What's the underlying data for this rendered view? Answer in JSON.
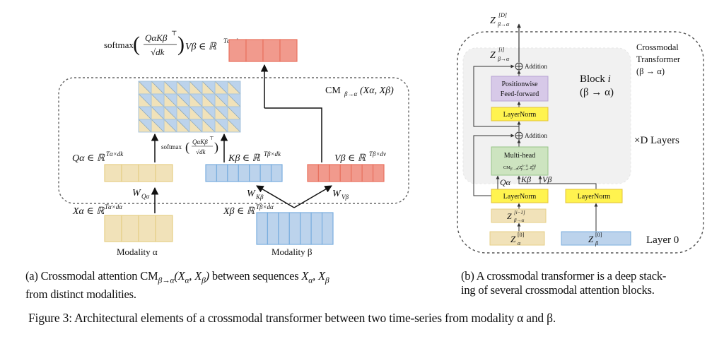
{
  "panel_a": {
    "output_formula": "softmax(QαKβᵀ / √dk) Vβ ∈ ℝ",
    "output_formula_parts": {
      "softmax": "softmax",
      "num": "QαKβ",
      "num_sup": "⊤",
      "den": "√dk",
      "tail": "Vβ ∈ ℝ",
      "tail_sup": "Tα×dv"
    },
    "module_label": "CM",
    "module_label_sub": "β→α",
    "module_label_args": "(Xα, Xβ)",
    "attn_softmax_label": "softmax",
    "attn_num": "QαKβ",
    "attn_num_sup": "⊤",
    "attn_den": "√dk",
    "q_label": "Qα ∈ ℝ",
    "q_label_sup": "Tα×dk",
    "k_label": "Kβ ∈ ℝ",
    "k_label_sup": "Tβ×dk",
    "v_label": "Vβ ∈ ℝ",
    "v_label_sup": "Tβ×dv",
    "wq_label": "W",
    "wq_sub": "Qα",
    "wk_label": "W",
    "wk_sub": "Kβ",
    "wv_label": "W",
    "wv_sub": "Vβ",
    "xa_label": "Xα ∈ ℝ",
    "xa_label_sup": "Tα×dα",
    "xb_label": "Xβ ∈ ℝ",
    "xb_label_sup": "Tβ×dα",
    "modality_a": "Modality α",
    "modality_b": "Modality β",
    "q_cells": 4,
    "k_cells": 7,
    "v_cells": 7,
    "out_cells": 4,
    "xa_cells": 4,
    "xb_cells": 7,
    "attn_rows": 4,
    "attn_cols": 8,
    "colors": {
      "yellow": "#f1e2b9",
      "yellow_border": "#e6cf86",
      "blue": "#bcd3ec",
      "blue_border": "#7aaede",
      "red": "#f19a8d",
      "red_border": "#e8715f"
    }
  },
  "panel_b": {
    "output_label": "Z",
    "output_sup": "[D]",
    "output_sub": "β→α",
    "block_out_label": "Z",
    "block_out_sup": "[i]",
    "block_out_sub": "β→α",
    "addition_label": "Addition",
    "ffn_label_line1": "Positionwise",
    "ffn_label_line2": "Feed-forward",
    "layernorm_label": "LayerNorm",
    "multihead_label": "Multi-head",
    "multihead_sub": "CM_{β→α}(Z^{[i−1]}_{β→α}, Z^{[0]}_β)",
    "q_label": "Qα",
    "k_label": "Kβ",
    "v_label": "Vβ",
    "block_label_line1": "Block i",
    "block_label_line2": "(β → α)",
    "transformer_label_line1": "Crossmodal",
    "transformer_label_line2": "Transformer",
    "transformer_label_line3": "(β → α)",
    "layers_label": "×D Layers",
    "layer0_label": "Layer 0",
    "z_prev_label": "Z",
    "z_prev_sup": "[i−1]",
    "z_prev_sub": "β→α",
    "z_alpha_label": "Z",
    "z_alpha_sup": "[0]",
    "z_alpha_sub": "α",
    "z_beta_label": "Z",
    "z_beta_sup": "[0]",
    "z_beta_sub": "β",
    "colors": {
      "ffn": "#d7c9e8",
      "ffn_border": "#b7a3d3",
      "layernorm": "#fff34f",
      "layernorm_border": "#e3c33a",
      "multihead": "#cde4c0",
      "multihead_border": "#96c587",
      "block_bg": "#f1f1f1"
    }
  },
  "captions": {
    "a_prefix": "(a) Crossmodal attention CM",
    "a_sub": "β→α",
    "a_mid": "(X",
    "a_rest": " between sequences ",
    "a_line2": "from distinct modalities.",
    "b_line1": "(b) A crossmodal transformer is a deep stack-",
    "b_line2": "ing of several crossmodal attention blocks.",
    "figure": "Figure 3: Architectural elements of a crossmodal transformer between two time-series from modality α and β."
  }
}
